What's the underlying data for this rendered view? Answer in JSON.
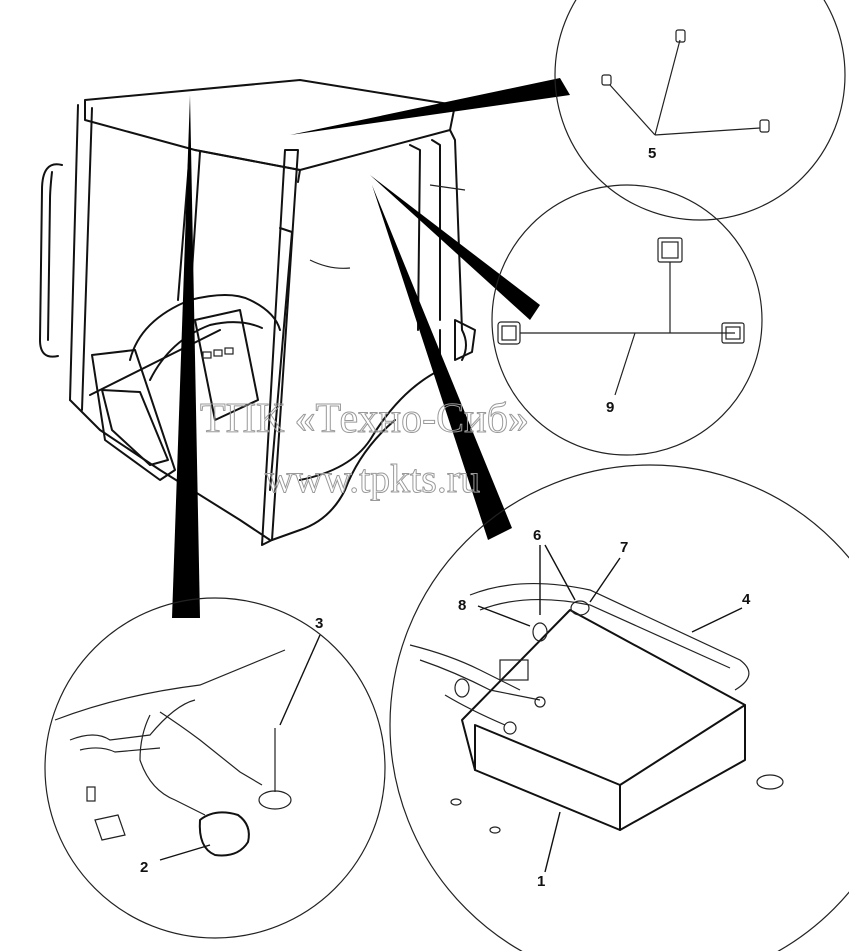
{
  "callouts": {
    "c1": "1",
    "c2": "2",
    "c3": "3",
    "c4": "4",
    "c5": "5",
    "c6": "6",
    "c7": "7",
    "c8": "8",
    "c9": "9"
  },
  "watermark": {
    "line1": "ТПК «Техно-Сиб»",
    "line2": "www.tpkts.ru"
  }
}
